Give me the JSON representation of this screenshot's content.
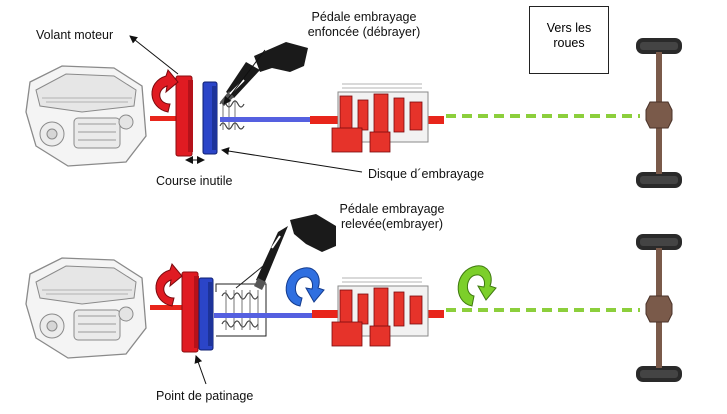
{
  "labels": {
    "volant_moteur": "Volant moteur",
    "pedale_enfoncee_line1": "Pédale embrayage",
    "pedale_enfoncee_line2": "enfoncée (débrayer)",
    "vers_les_roues_line1": "Vers les",
    "vers_les_roues_line2": "roues",
    "course_inutile": "Course inutile",
    "disque_embrayage": "Disque d´embrayage",
    "pedale_relevee_line1": "Pédale embrayage",
    "pedale_relevee_line2": "relevée(embrayer)",
    "point_de_patinage": "Point de patinage"
  },
  "colors": {
    "flywheel_red": "#e01b22",
    "clutch_disc_blue": "#2b45c8",
    "shaft_blue": "#5560e0",
    "shaft_red": "#e8251b",
    "output_green": "#8ccf3c",
    "rotation_blue": "#2f6fe0",
    "rotation_green": "#7ccf2a",
    "axle_brown": "#7a5a4a",
    "tire_dark": "#2a2a2a",
    "engine_gray": "#bfbfbf",
    "pedal_black": "#1a1a1a"
  },
  "icons": [
    "engine-icon",
    "pedal-icon",
    "rotation-arrow-icon",
    "gearbox-icon",
    "wheel-axle-icon",
    "spring-icon"
  ]
}
